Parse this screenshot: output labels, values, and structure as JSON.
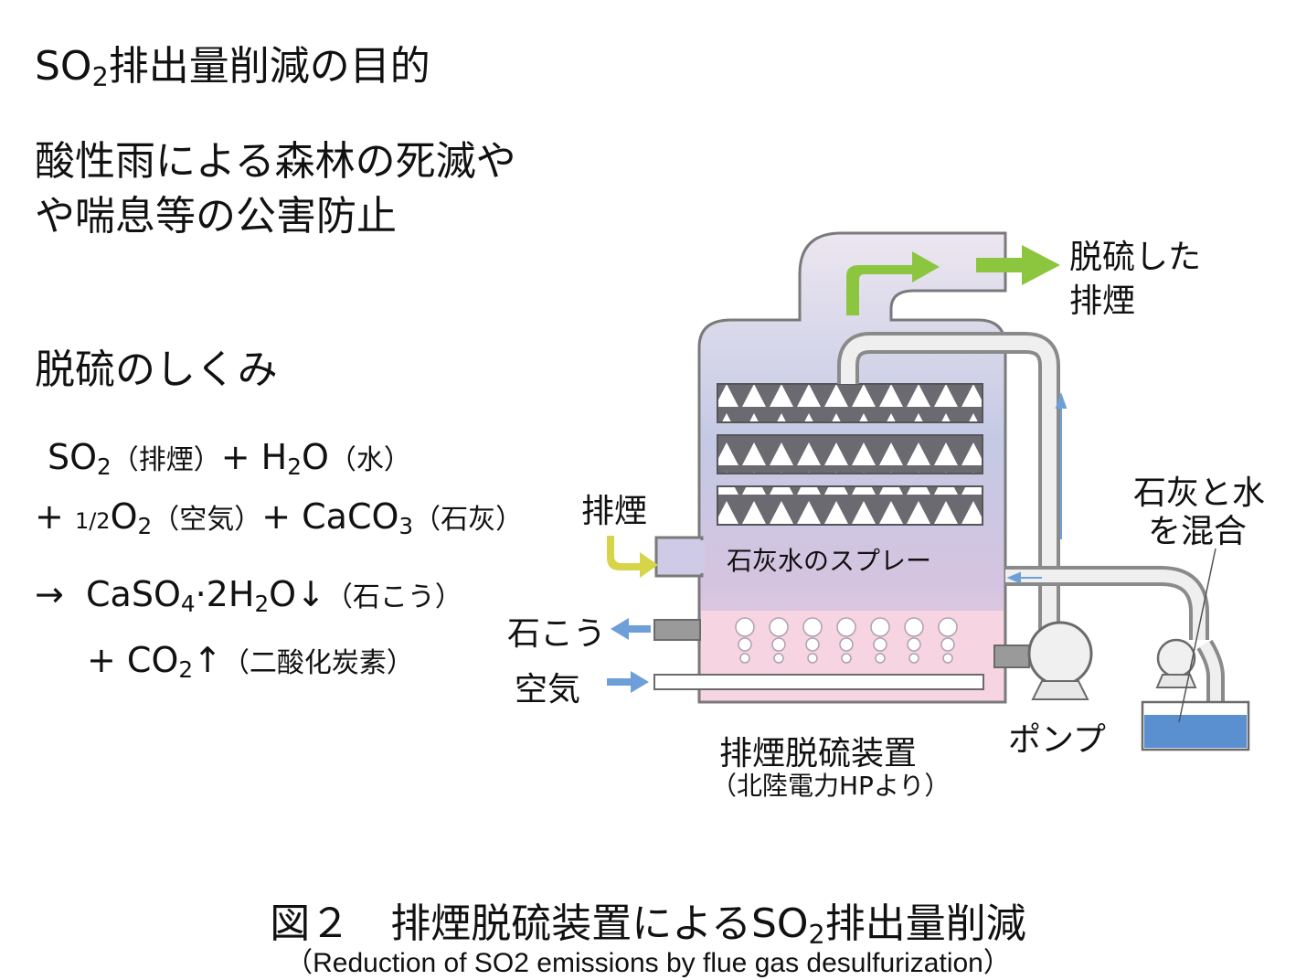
{
  "heading": {
    "purpose_prefix": "SO",
    "purpose_sub": "2",
    "purpose_suffix": "排出量削減の目的",
    "purpose_line1": "酸性雨による森林の死滅や",
    "purpose_line2": "や喘息等の公害防止",
    "mechanism": "脱硫のしくみ"
  },
  "equation": {
    "l1_so": "SO",
    "l1_so_sub": "2",
    "l1_so_note": "（排煙）",
    "l1_plus": "+ H",
    "l1_h_sub": "2",
    "l1_o": "O",
    "l1_water": "（水）",
    "l2_plus": "+",
    "l2_half": "1/2",
    "l2_o": "O",
    "l2_o_sub": "2",
    "l2_air": "（空気）",
    "l2_plus2": "+ CaCO",
    "l2_ca_sub": "3",
    "l2_lime": "（石灰）",
    "l3_arrow": "→",
    "l3_caso": "CaSO",
    "l3_caso_sub": "4",
    "l3_mid": "·2H",
    "l3_h_sub": "2",
    "l3_o": "O",
    "l3_down": "↓",
    "l3_gypsum": "（石こう）",
    "l4_plus": "+ CO",
    "l4_co_sub": "2",
    "l4_up": "↑",
    "l4_co2": "（二酸化炭素）"
  },
  "diagram": {
    "clean_gas_line1": "脱硫した",
    "clean_gas_line2": "排煙",
    "flue_gas": "排煙",
    "spray": "石灰水のスプレー",
    "gypsum": "石こう",
    "air": "空気",
    "lime_mix_line1": "石灰と水",
    "lime_mix_line2": "を混合",
    "pump": "ポンプ",
    "device": "排煙脱硫装置",
    "source": "（北陸電力HPより）"
  },
  "caption": {
    "prefix": "図２　排煙脱硫装置によるSO",
    "sub": "2",
    "suffix": "排出量削減",
    "english": "（Reduction of SO2 emissions by flue gas desulfurization）"
  },
  "colors": {
    "green_arrow": "#8cc63f",
    "yellow_arrow": "#d6d54a",
    "blue_arrow": "#6f9fd8",
    "water": "#5a8fd0"
  }
}
